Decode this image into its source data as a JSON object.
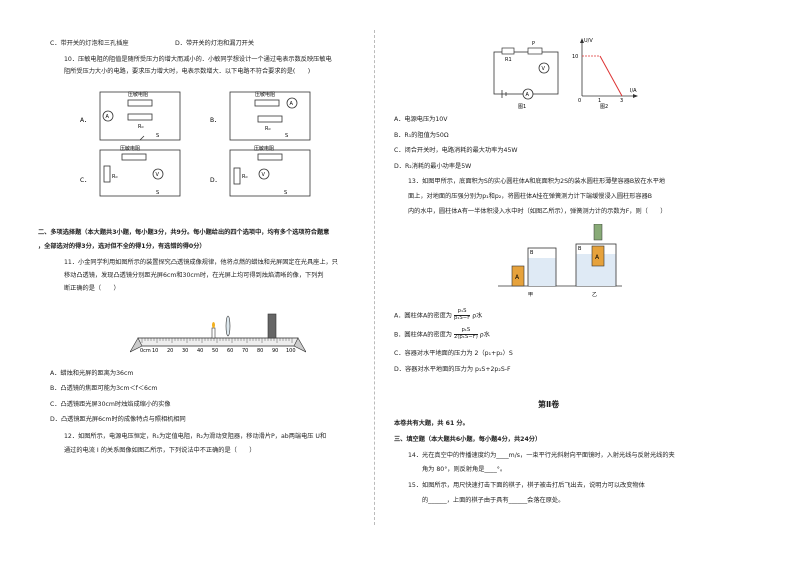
{
  "left": {
    "opt_c_prev": "C．带开关的灯泡和三孔插座",
    "opt_d_prev": "D．带开关的灯泡和漏刀开关",
    "q10_l1": "10．压敏电阻的阻值是随所受压力的增大而减小的．小敏同学想设计一个通过电表示数反映压敏电",
    "q10_l2": "阻所受压力大小的电路，要求压力增大时，电表示数增大．以下电路不符合要求的是(　　)",
    "circuit_labels": {
      "a": "A．",
      "b": "B．",
      "c": "C．",
      "d": "D．",
      "sensor": "压敏电阻",
      "r0": "R₀",
      "s": "S"
    },
    "sec2_l1": "二、多项选择题（本大题共3小题，每小题3分，共9分。每小题给出的四个选项中，均有多个选项符合题意",
    "sec2_l2": "，全部选对的得3分，选对但不全的得1分，有选错的得0分）",
    "q11_l1": "11．小金同学利用如图所示的装置探究凸透镜成像规律，他将点燃的蜡烛和光屏固定在光具座上，只",
    "q11_l2": "移动凸透镜，发现凸透镜分别距光屏6cm和30cm时，在光屏上均可得到烛焰清晰的像，下列判",
    "q11_l3": "断正确的是（　　）",
    "ruler_unit": "0cm",
    "ruler_ticks": [
      "10",
      "20",
      "30",
      "40",
      "50",
      "60",
      "70",
      "80",
      "90",
      "100"
    ],
    "q11_a": "A．蜡烛和光屏的距离为36cm",
    "q11_b": "B．凸透镜的焦距可能为3cm＜f＜6cm",
    "q11_c": "C．凸透镜距光屏30cm时烛焰成缩小的实像",
    "q11_d": "D．凸透镜距光屏6cm时的成像特点与照相机相同",
    "q12_l1": "12．如图所示，电源电压恒定，R₁为定值电阻，R₂为滑动变阻器，移动滑片P，ab两端电压 U和",
    "q12_l2": "通过的电流 I 的关系图像如图乙所示，下列说法中不正确的是（　　）"
  },
  "right": {
    "fig1_label": "图1",
    "fig2_label": "图2",
    "fig2_ylabel": "U/V",
    "fig2_xlabel": "I/A",
    "fig2_y10": "10",
    "fig2_x0": "0",
    "fig2_x1": "1",
    "fig2_x3": "3",
    "q12_a": "A．电源电压为10V",
    "q12_b": "B．R₁的阻值为50Ω",
    "q12_c": "C．闭合开关时，电路消耗的最大功率为45W",
    "q12_d": "D．R₂消耗的最小功率是5W",
    "q13_l1": "13．如图甲所示，底面积为S的实心圆柱体A和底面积为2S的装水圆柱形薄壁容器B放在水平地",
    "q13_l2": "面上，对地面的压强分别为p₁和p₂，将圆柱体A挂在弹簧测力计下端缓慢浸入圆柱形容器B",
    "q13_l3": "内的水中，圆柱体A有一半体积浸入水中时（如图乙所示），弹簧测力计的示数为F，则（　　）",
    "fig_jia": "甲",
    "fig_yi": "乙",
    "fig_a": "A",
    "fig_b": "B",
    "q13_a": "A．圆柱体A的密度为",
    "q13_b": "B．圆柱体A的密度为",
    "q13_a_num": "p₁S",
    "q13_a_den": "p₁S−F",
    "q13_b_num": "p₁S",
    "q13_b_den": "2(p₁S−F)",
    "rho_water": "ρ水",
    "q13_c": "C．容器对水平地面的压力为 2（p₁+p₂）S",
    "q13_d": "D．容器对水平地面的压力为 p₁S+2p₂S-F",
    "part2_title": "第Ⅱ卷",
    "part2_note": "本卷共有大题，共 61 分。",
    "sec3": "三、填空题（本大题共6小题，每小题4分，共24分）",
    "q14_l1": "14．光在真空中的传播速度约为____m/s，一束平行光斜射向平面镜时，入射光线与反射光线的夹",
    "q14_l2": "角为 80°，则反射角是____°。",
    "q15_l1": "15．如图所示，用尺快速打击下面的棋子，棋子被击打后飞出去，说明力可以改变物体",
    "q15_l2": "的______，上面的棋子由于具有______会落在原处。"
  }
}
